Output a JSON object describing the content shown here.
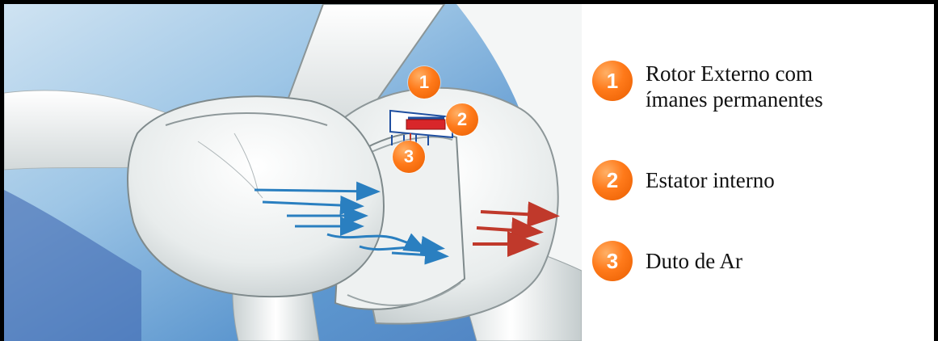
{
  "diagram": {
    "markers": [
      {
        "number": "1"
      },
      {
        "number": "2"
      },
      {
        "number": "3"
      }
    ]
  },
  "legend": {
    "items": [
      {
        "number": "1",
        "label": "Rotor Externo com\nímanes permanentes"
      },
      {
        "number": "2",
        "label": "Estator interno"
      },
      {
        "number": "3",
        "label": "Duto de Ar"
      }
    ]
  },
  "colors": {
    "badge": "#ff7a1a",
    "arrow_blue": "#2a7fc0",
    "arrow_red": "#c0392b",
    "frame": "#000000"
  }
}
